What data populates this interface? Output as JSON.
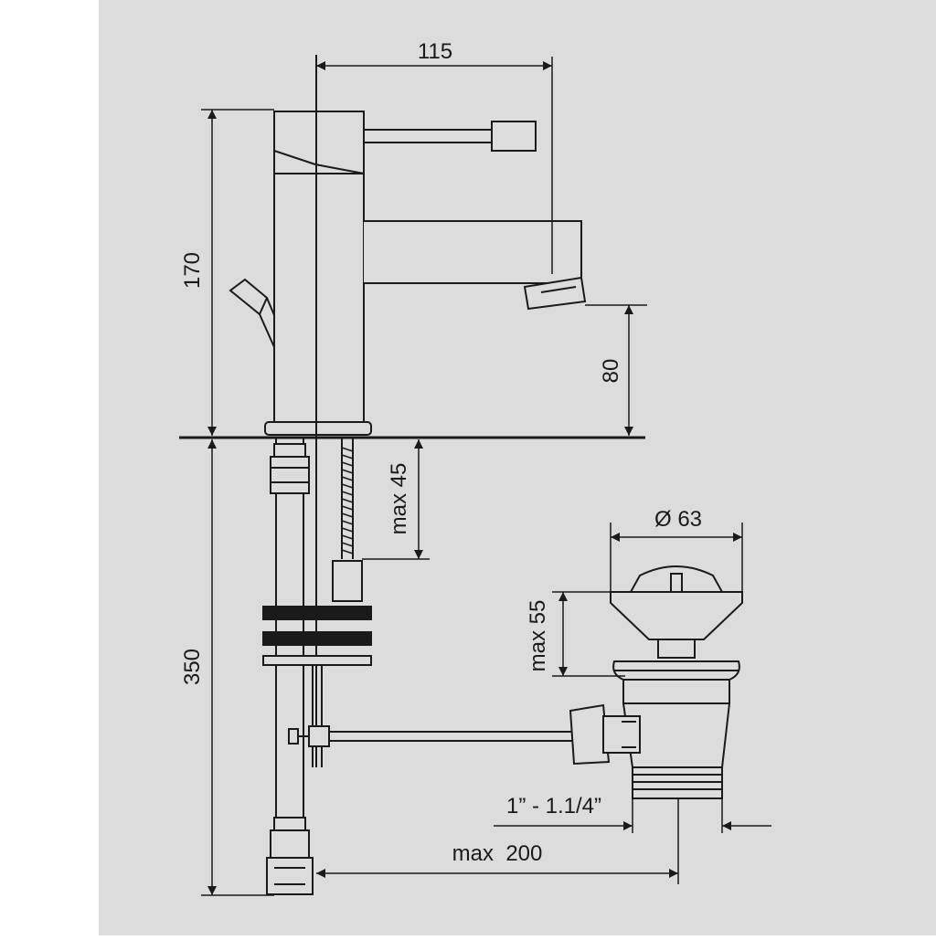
{
  "drawing": {
    "background_color": "#ffffff",
    "panel_color": "#dcdcdc",
    "line_color": "#1a1a1a",
    "part_fill": "#dcdcdc",
    "dimensions": {
      "spout_reach": "115",
      "faucet_height": "170",
      "spout_clearance": "80",
      "connection_max": "max 45",
      "hose_length": "350",
      "waste_diameter": "Ø 63",
      "waste_max_height": "max 55",
      "thread_size": "1” - 1.1/4”",
      "waste_max_distance": "max  200"
    }
  }
}
